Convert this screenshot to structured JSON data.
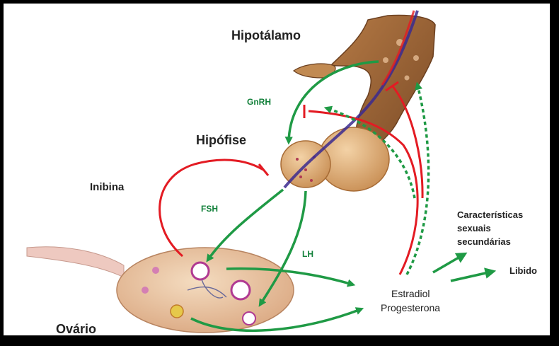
{
  "labels": {
    "hipotalamo": "Hipotálamo",
    "hipofise": "Hipófise",
    "gnrh": "GnRH",
    "inibina": "Inibina",
    "fsh": "FSH",
    "lh": "LH",
    "ovario": "Ovário",
    "estradiol": "Estradiol",
    "progesterona": "Progesterona",
    "caracteristicas_1": "Características",
    "caracteristicas_2": "sexuais",
    "caracteristicas_3": "secundárias",
    "libido": "Libido"
  },
  "colors": {
    "stimulation": "#1f9a45",
    "inhibition": "#e31b23",
    "tissue": "#d9a56a",
    "nerve": "#3b2a8f",
    "frame": "#000000"
  },
  "icons": [
    "stimulation-arrow",
    "inhibition-bar",
    "brain-tissue",
    "pituitary-gland",
    "ovary"
  ]
}
